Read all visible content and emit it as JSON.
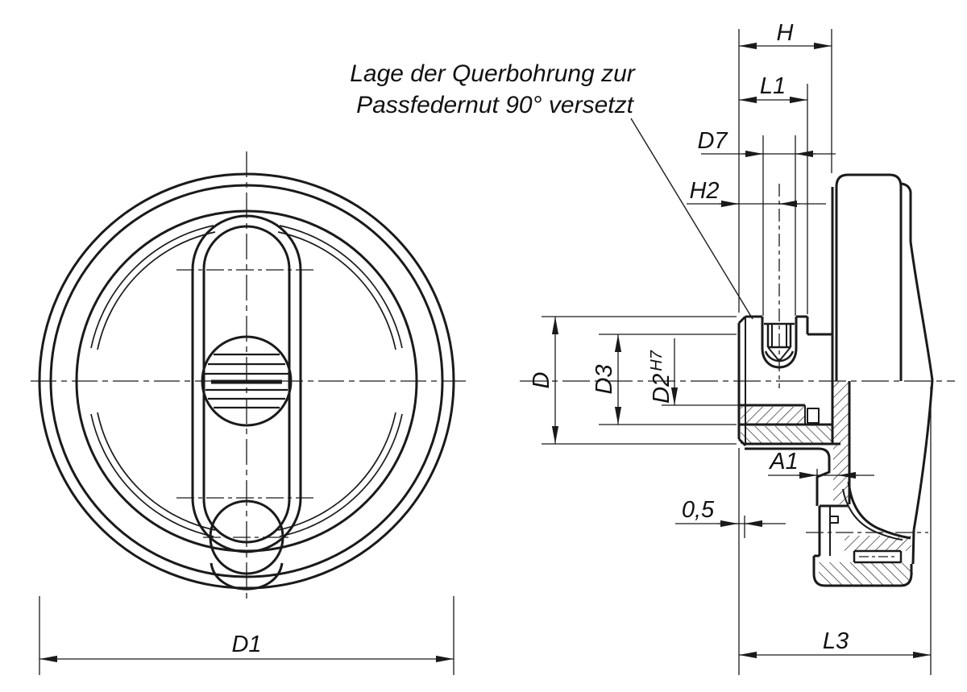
{
  "drawing": {
    "annotation": {
      "line1": "Lage der Querbohrung zur",
      "line2": "Passfedernut 90° versetzt"
    },
    "dimensions": {
      "front": {
        "outer_diameter": "D1"
      },
      "side": {
        "hub_width": "H",
        "hub_length": "L1",
        "cross_hole_diameter": "D7",
        "cross_hole_position": "H2",
        "hub_diameter": "D",
        "collar_diameter": "D3",
        "bore_diameter": "D2",
        "bore_tolerance": "H7",
        "undercut": "A1",
        "face_offset": "0,5",
        "total_length": "L3"
      }
    },
    "colors": {
      "line": "#1a1a1a",
      "background": "#ffffff"
    }
  }
}
